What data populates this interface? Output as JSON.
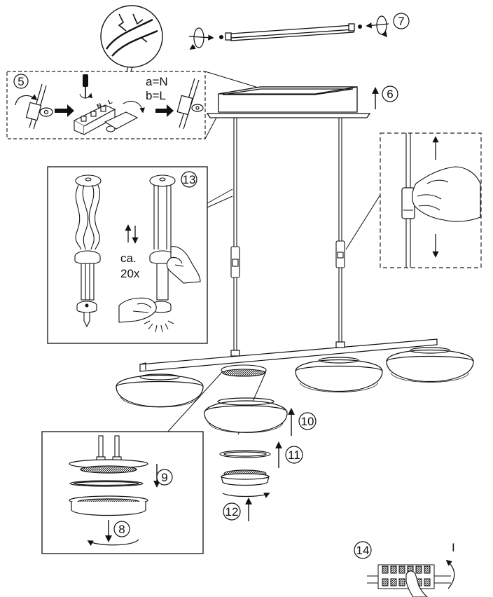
{
  "steps": {
    "s5": "5",
    "s6": "6",
    "s7": "7",
    "s8": "8",
    "s9": "9",
    "s10": "10",
    "s11": "11",
    "s12": "12",
    "s13": "13",
    "s14": "14"
  },
  "wiring": {
    "line_a": "a=N",
    "line_b": "b=L",
    "terminal_n": "N",
    "terminal_l": "L"
  },
  "detail13": {
    "repeat_line1": "ca.",
    "repeat_line2": "20x"
  },
  "detail14": {
    "switch_mark": "I"
  },
  "colors": {
    "line": "#111111",
    "shade_fill": "#ffffff",
    "dash_border": "#222222"
  }
}
